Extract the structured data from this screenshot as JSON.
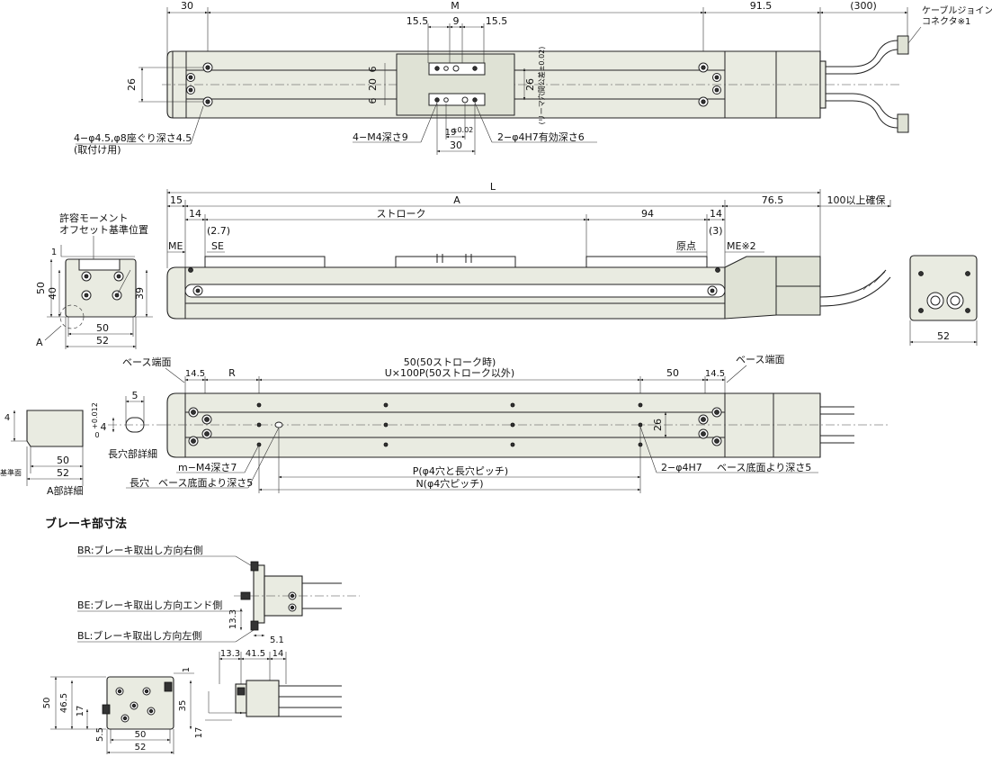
{
  "diagram": {
    "top_view": {
      "dims": [
        "30",
        "M",
        "91.5",
        "(300)",
        "15.5",
        "9",
        "15.5",
        "26",
        "6",
        "20",
        "6",
        "26",
        "19",
        "30"
      ],
      "tol_19": "±0.02",
      "reamer_note": "(リーマ穴間公差±0.02)",
      "cable_joint": [
        "ケーブルジョイント",
        "コネクタ※1"
      ],
      "hole_note_1": "4−φ4.5,φ8座ぐり深さ4.5",
      "hole_note_2": "(取付け用)",
      "m4_note": "4−M4深さ9",
      "pin_note": "2−φ4H7有効深さ6"
    },
    "side_view": {
      "dims": {
        "L": "L",
        "d15": "15",
        "A": "A",
        "d76_5": "76.5",
        "clear": "100以上確保",
        "d14a": "14",
        "stroke": "ストローク",
        "d94": "94",
        "d14b": "14",
        "d2_7": "(2.7)",
        "d3": "(3)",
        "ME1": "ME",
        "SE": "SE",
        "origin": "原点",
        "ME2": "ME※2"
      }
    },
    "end_view_left": {
      "moment": [
        "許容モーメント",
        "オフセット基準位置"
      ],
      "dims": [
        "1",
        "50",
        "40",
        "39",
        "50",
        "52"
      ],
      "label_A": "A"
    },
    "end_view_right": {
      "dim": "52"
    },
    "bottom_view": {
      "base_end_l": "ベース端面",
      "base_end_r": "ベース端面",
      "d14_5a": "14.5",
      "R": "R",
      "d50_stroke": "50(50ストローク時)",
      "u_pitch": "U×100P(50ストローク以外)",
      "d50": "50",
      "d14_5b": "14.5",
      "d26": "26",
      "m_m4": "m−M4深さ7",
      "slot": "長穴",
      "slot_depth": "ベース底面より深さ5",
      "P_pitch": "P(φ4穴と長穴ピッチ)",
      "N_pitch": "N(φ4穴ピッチ)",
      "pin_h7": "2−φ4H7",
      "pin_depth": "ベース底面より深さ5"
    },
    "slot_detail": {
      "d5": "5",
      "d4": "4",
      "tol": "+0.012",
      "tol0": "0",
      "label": "長穴部詳細"
    },
    "a_detail": {
      "d4": "4",
      "d50": "50",
      "d52": "52",
      "base_ref": "基準面",
      "label": "A部詳細"
    },
    "brake": {
      "title": "ブレーキ部寸法",
      "BR": "BR:ブレーキ取出し方向右側",
      "BE": "BE:ブレーキ取出し方向エンド側",
      "BL": "BL:ブレーキ取出し方向左側",
      "d13_3": "13.3",
      "d5_1": "5.1",
      "row": [
        "13.3",
        "41.5",
        "14"
      ],
      "end_dims": [
        "50",
        "46.5",
        "17",
        "5.5",
        "50",
        "52",
        "1",
        "35",
        "17"
      ]
    }
  }
}
